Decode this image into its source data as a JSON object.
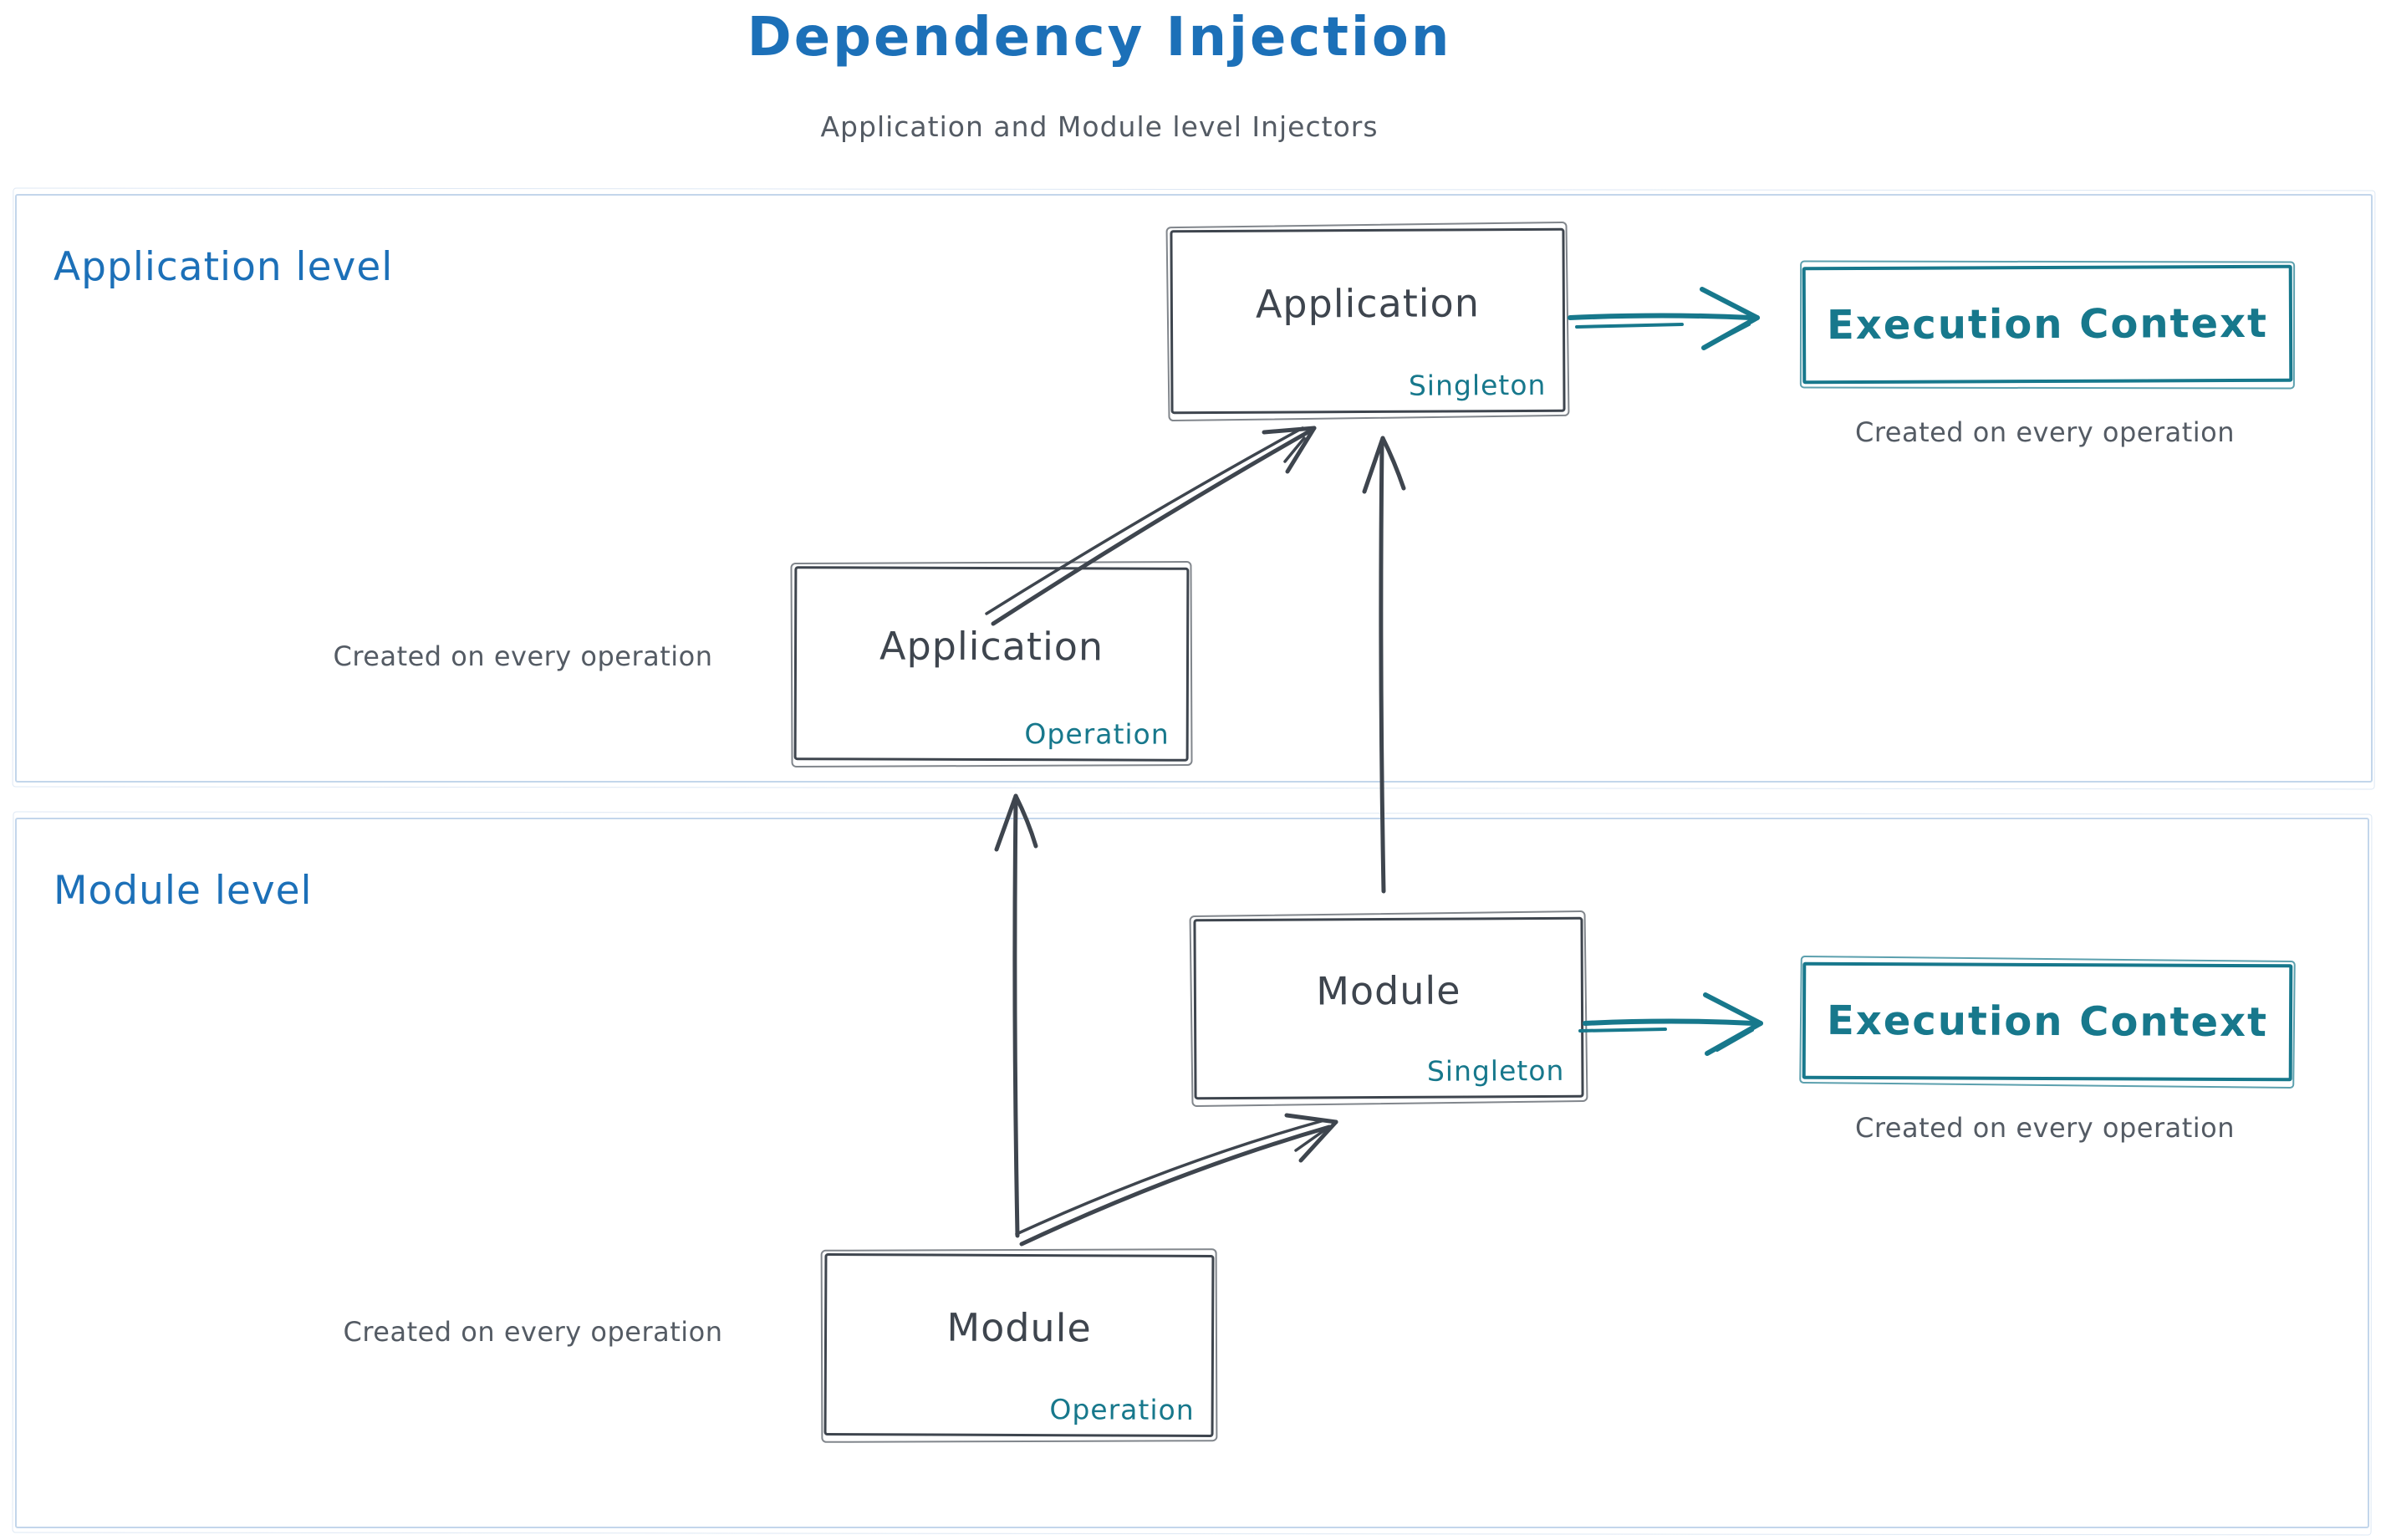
{
  "title": {
    "text": "Dependency Injection",
    "subtitle": "Application and Module level Injectors"
  },
  "colors": {
    "accent_blue": "#1c70b8",
    "teal": "#17788c",
    "node_stroke": "#3e454e",
    "note_gray": "#545b64",
    "container_border": "#c3d6eb"
  },
  "application_section": {
    "label": "Application level",
    "singleton_box": {
      "name": "Application",
      "scope": "Singleton"
    },
    "operation_box": {
      "name": "Application",
      "scope": "Operation"
    },
    "operation_note": "Created on every operation",
    "execution_context": {
      "label": "Execution Context",
      "note": "Created on every operation"
    }
  },
  "module_section": {
    "label": "Module level",
    "singleton_box": {
      "name": "Module",
      "scope": "Singleton"
    },
    "operation_box": {
      "name": "Module",
      "scope": "Operation"
    },
    "operation_note": "Created on every operation",
    "execution_context": {
      "label": "Execution Context",
      "note": "Created on every operation"
    }
  }
}
